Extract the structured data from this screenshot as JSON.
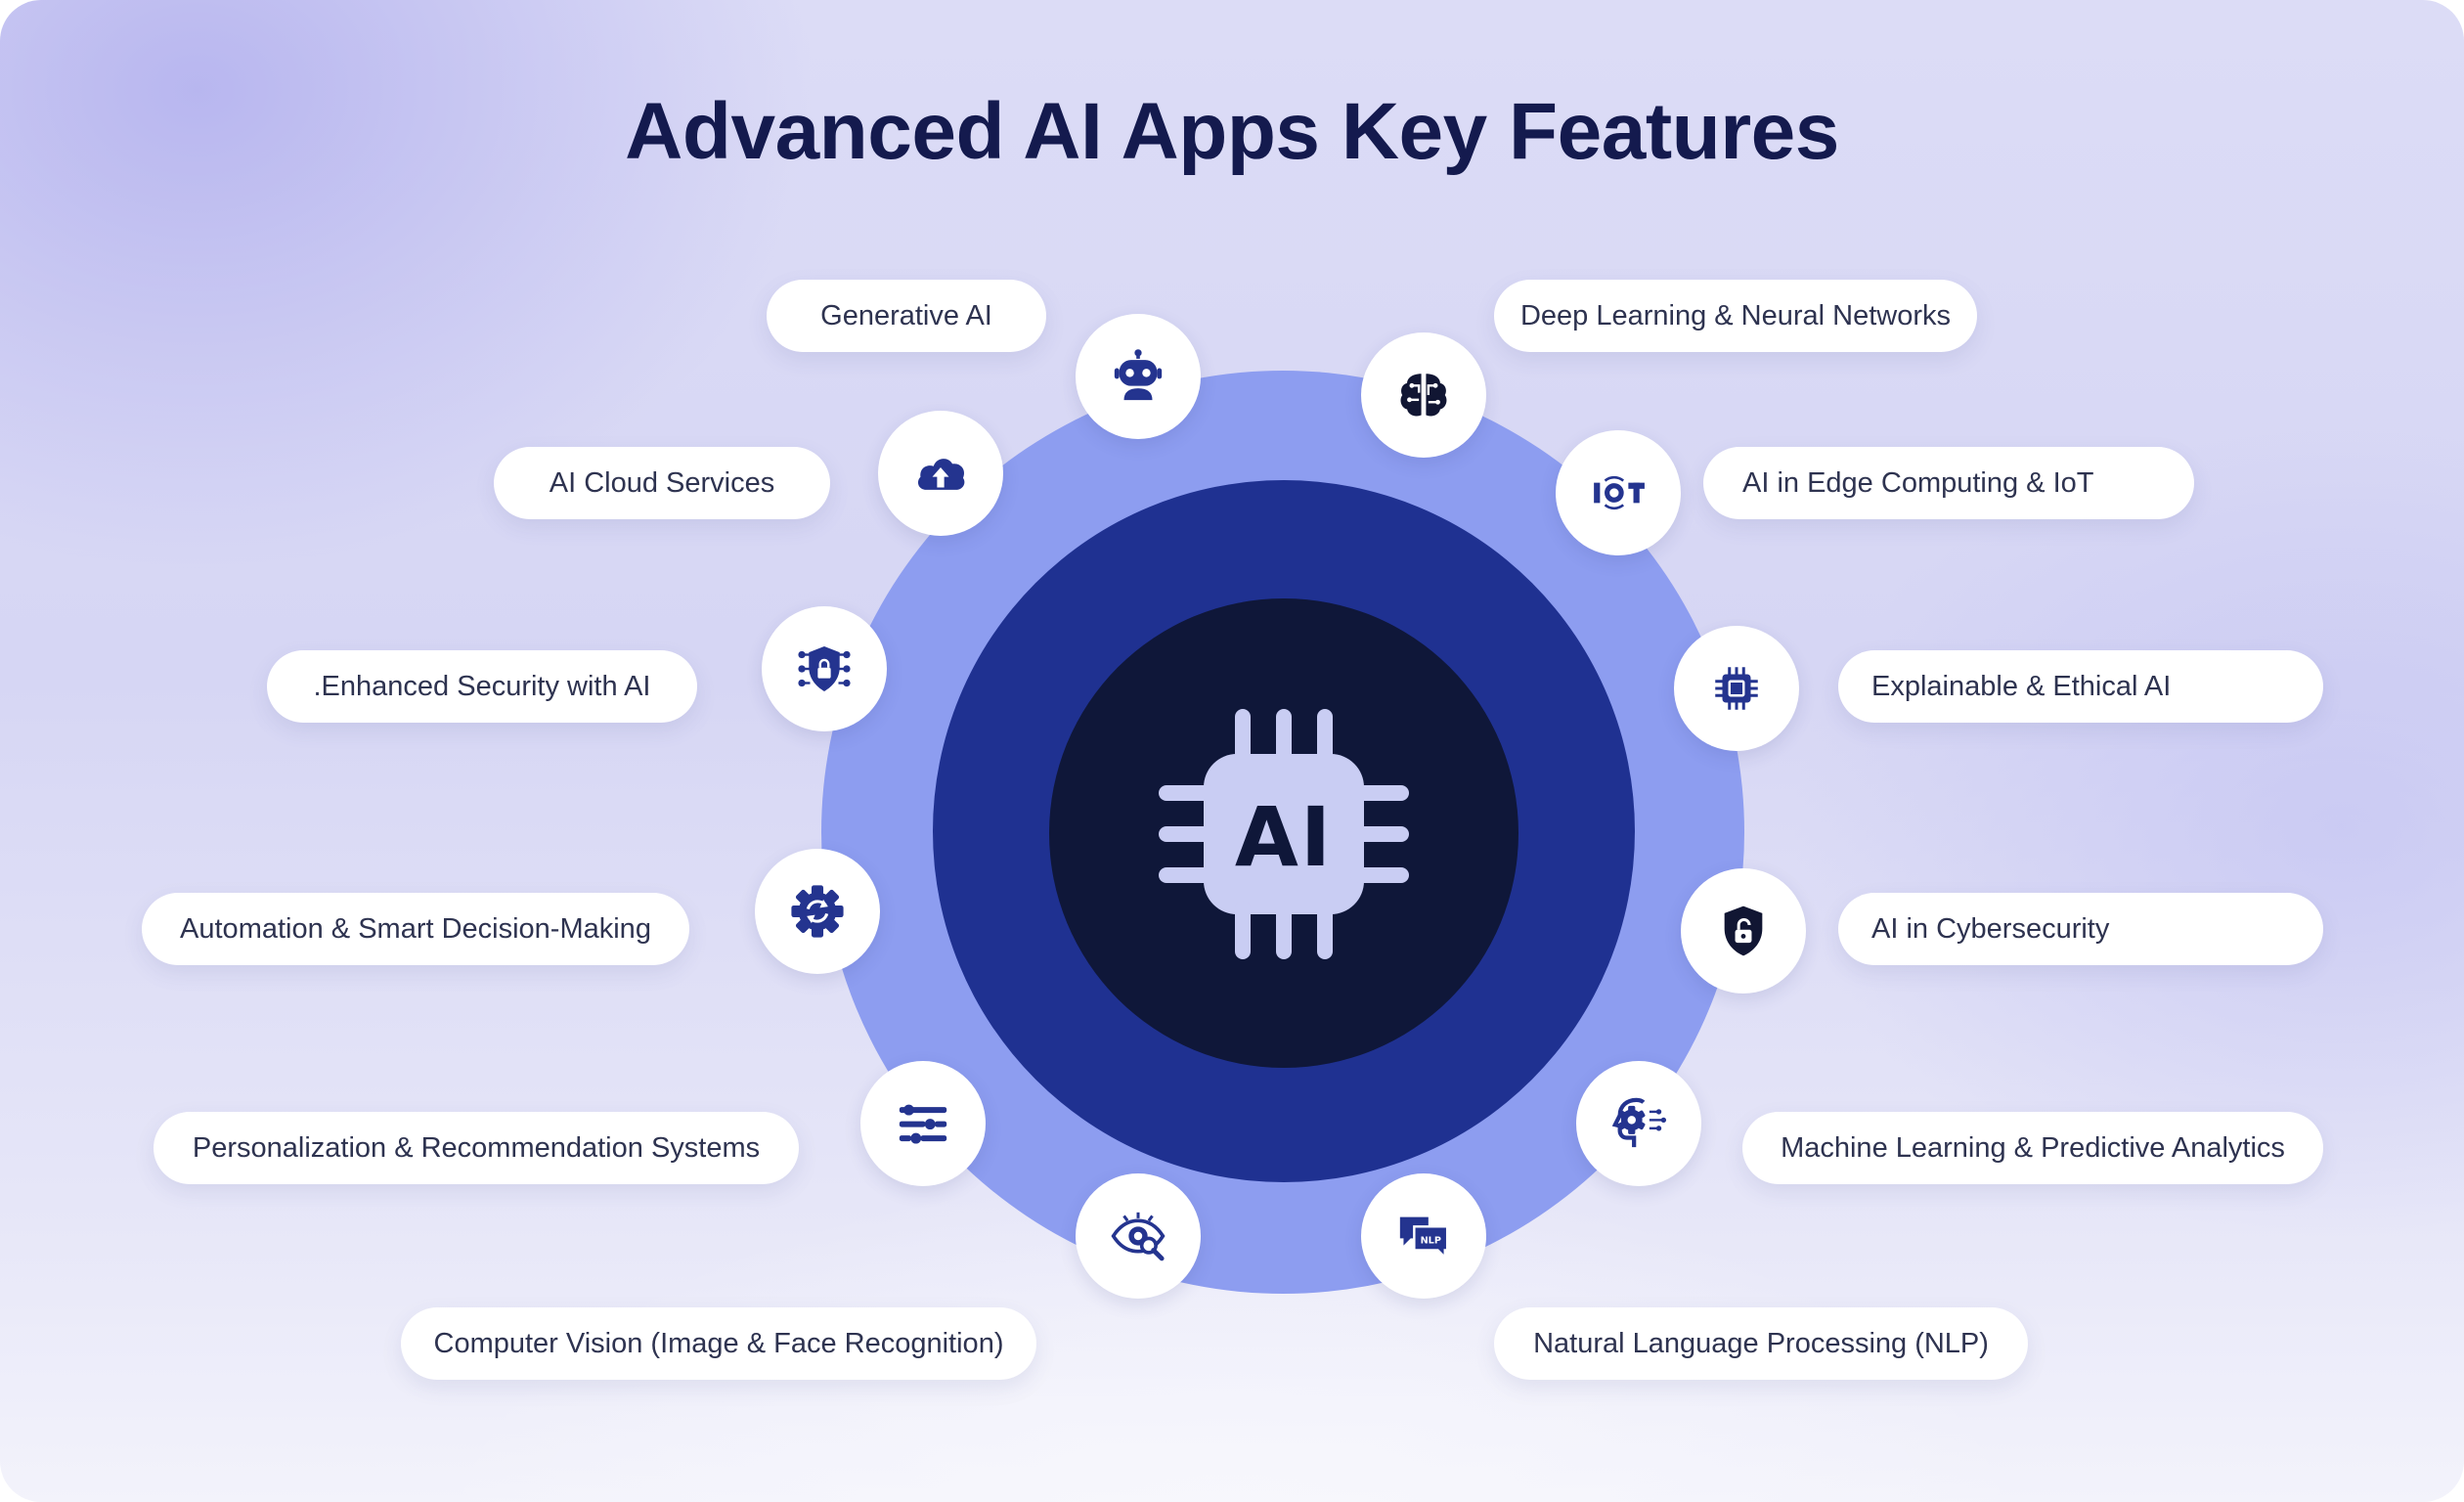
{
  "title": "Advanced AI Apps Key Features",
  "center": {
    "label": "AI",
    "icon": "ai-chip-icon"
  },
  "features": [
    {
      "label": "Generative AI",
      "icon": "robot-icon"
    },
    {
      "label": "Deep Learning & Neural Networks",
      "icon": "brain-circuit-icon"
    },
    {
      "label": "AI Cloud Services",
      "icon": "cloud-upload-icon"
    },
    {
      "label": "AI in Edge Computing & IoT",
      "icon": "iot-icon"
    },
    {
      "label": ".Enhanced Security with AI",
      "icon": "shield-lock-network-icon"
    },
    {
      "label": "Explainable & Ethical AI",
      "icon": "processor-icon"
    },
    {
      "label": "Automation & Smart Decision-Making",
      "icon": "gear-refresh-icon"
    },
    {
      "label": "AI in Cybersecurity",
      "icon": "shield-padlock-icon"
    },
    {
      "label": "Personalization & Recommendation Systems",
      "icon": "sliders-icon"
    },
    {
      "label": "Machine Learning & Predictive Analytics",
      "icon": "head-gear-icon"
    },
    {
      "label": "Computer Vision (Image & Face Recognition)",
      "icon": "eye-scan-icon"
    },
    {
      "label": "Natural Language Processing (NLP)",
      "icon": "nlp-chat-icon"
    }
  ],
  "colors": {
    "title": "#141a4e",
    "ring_outer": "#8d9df0",
    "ring_mid": "#1f3191",
    "ring_inner": "#0f1739",
    "chip": "#c9cdf3",
    "icon_primary": "#24348f"
  }
}
